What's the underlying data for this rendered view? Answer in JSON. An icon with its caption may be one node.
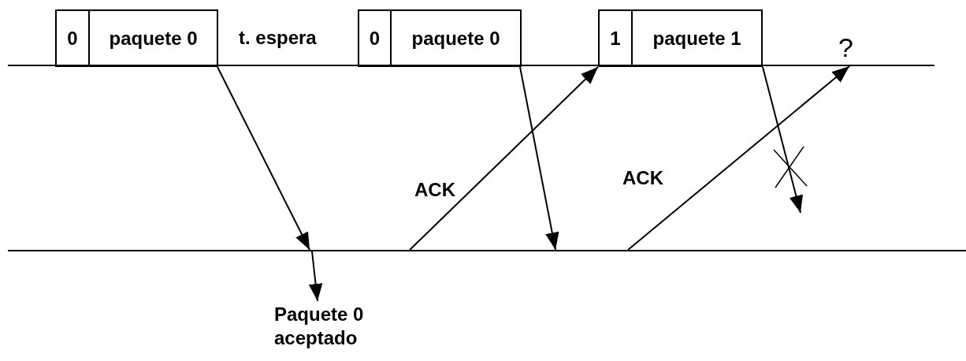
{
  "diagram": {
    "nodes": [
      {
        "text": [
          "0"
        ]
      },
      {
        "text": [
          "paquete 0"
        ]
      },
      {
        "text": [
          "0"
        ]
      },
      {
        "text": [
          "paquete 0"
        ]
      },
      {
        "text": [
          "1"
        ]
      },
      {
        "text": [
          "paquete 1"
        ]
      },
      {
        "text": [],
        "shape": "line"
      },
      {
        "text": [],
        "shape": "line"
      },
      {
        "text": [
          "Paquete 0 aceptado"
        ]
      }
    ],
    "edges": [
      {
        "from": 1,
        "to": 7,
        "arrow": "to"
      },
      {
        "from": 7,
        "to": 8,
        "arrow": "to"
      },
      {
        "from": 7,
        "to": 4,
        "arrow": "to",
        "label": "ACK"
      },
      {
        "from": 3,
        "to": 7,
        "arrow": "to"
      },
      {
        "from": 7,
        "to": 6,
        "arrow": "to",
        "label": "ACK"
      },
      {
        "from": 5,
        "to": null,
        "arrow": "to"
      }
    ],
    "labels": [
      "t. espera",
      "?"
    ]
  }
}
